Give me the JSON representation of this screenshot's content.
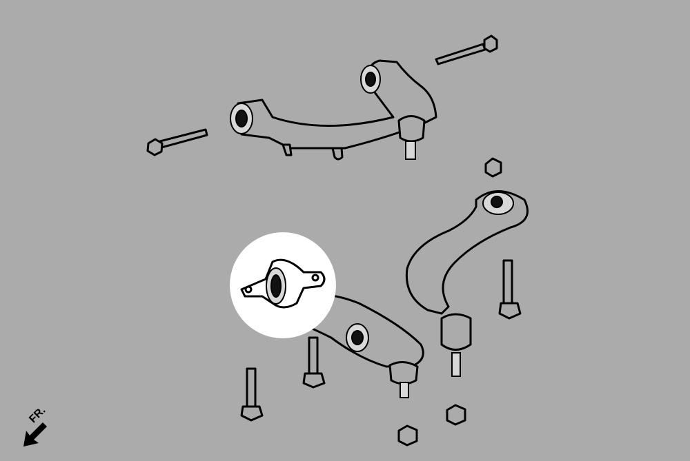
{
  "diagram": {
    "direction_label": "FR.",
    "colors": {
      "background": "#ababab",
      "highlight": "#ffffff",
      "line": "#000000"
    },
    "parts": [
      "upper-control-arm",
      "upper-arm-bolt-front",
      "upper-arm-bolt-rear",
      "lower-front-arm",
      "lower-rear-arm",
      "bushing-highlight",
      "bolts",
      "nuts"
    ]
  }
}
